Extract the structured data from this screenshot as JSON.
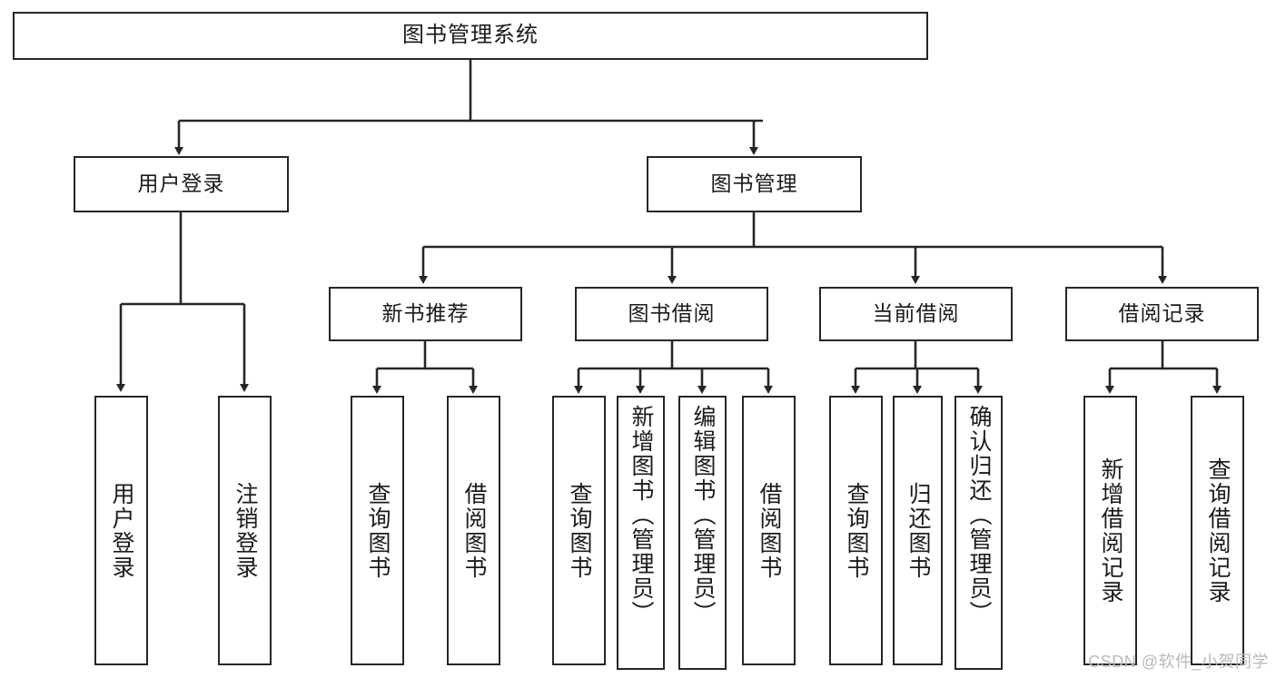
{
  "diagram": {
    "title": "图书管理系统",
    "watermark": "CSDN @软件_小贺同学",
    "type": "tree",
    "levels": 3,
    "colors": {
      "stroke": "#262626",
      "fill": "#ffffff",
      "text": "#1b1b1b",
      "watermark": "#b9b9b9"
    },
    "root": {
      "label": "图书管理系统"
    },
    "level2": [
      {
        "label": "用户登录"
      },
      {
        "label": "图书管理"
      }
    ],
    "level3": [
      {
        "label": "新书推荐"
      },
      {
        "label": "图书借阅"
      },
      {
        "label": "当前借阅"
      },
      {
        "label": "借阅记录"
      }
    ],
    "leaves": [
      {
        "label": "用户登录",
        "parent": "用户登录"
      },
      {
        "label": "注销登录",
        "parent": "用户登录"
      },
      {
        "label": "查询图书",
        "parent": "新书推荐"
      },
      {
        "label": "借阅图书",
        "parent": "新书推荐"
      },
      {
        "label": "查询图书",
        "parent": "图书借阅"
      },
      {
        "label": "新增图书（管理员）",
        "parent": "图书借阅"
      },
      {
        "label": "编辑图书（管理员）",
        "parent": "图书借阅"
      },
      {
        "label": "借阅图书",
        "parent": "图书借阅"
      },
      {
        "label": "查询图书",
        "parent": "当前借阅"
      },
      {
        "label": "归还图书",
        "parent": "当前借阅"
      },
      {
        "label": "确认归还（管理员）",
        "parent": "当前借阅"
      },
      {
        "label": "新增借阅记录",
        "parent": "借阅记录"
      },
      {
        "label": "查询借阅记录",
        "parent": "借阅记录"
      }
    ]
  }
}
